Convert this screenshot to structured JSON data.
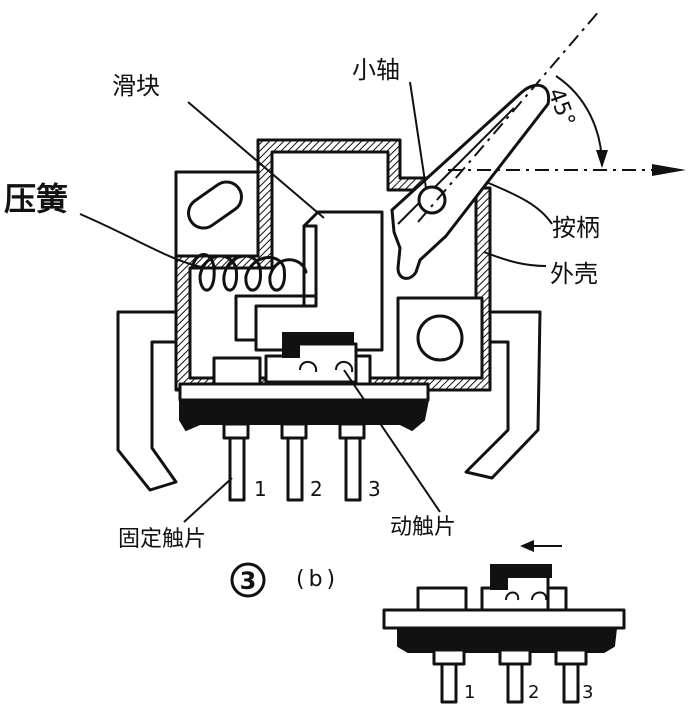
{
  "labels": {
    "slider": "滑块",
    "pivot": "小轴",
    "spring": "压簧",
    "handle": "按柄",
    "housing": "外壳",
    "fixed_contact": "固定触片",
    "moving_contact": "动触片",
    "angle": "45°",
    "pin1": "1",
    "pin2": "2",
    "pin3": "3",
    "inset_pin1": "1",
    "inset_pin2": "2",
    "inset_pin3": "3",
    "figure_number": "3",
    "figure_sub": "(b)"
  },
  "colors": {
    "ink": "#111111",
    "paper": "#ffffff"
  }
}
